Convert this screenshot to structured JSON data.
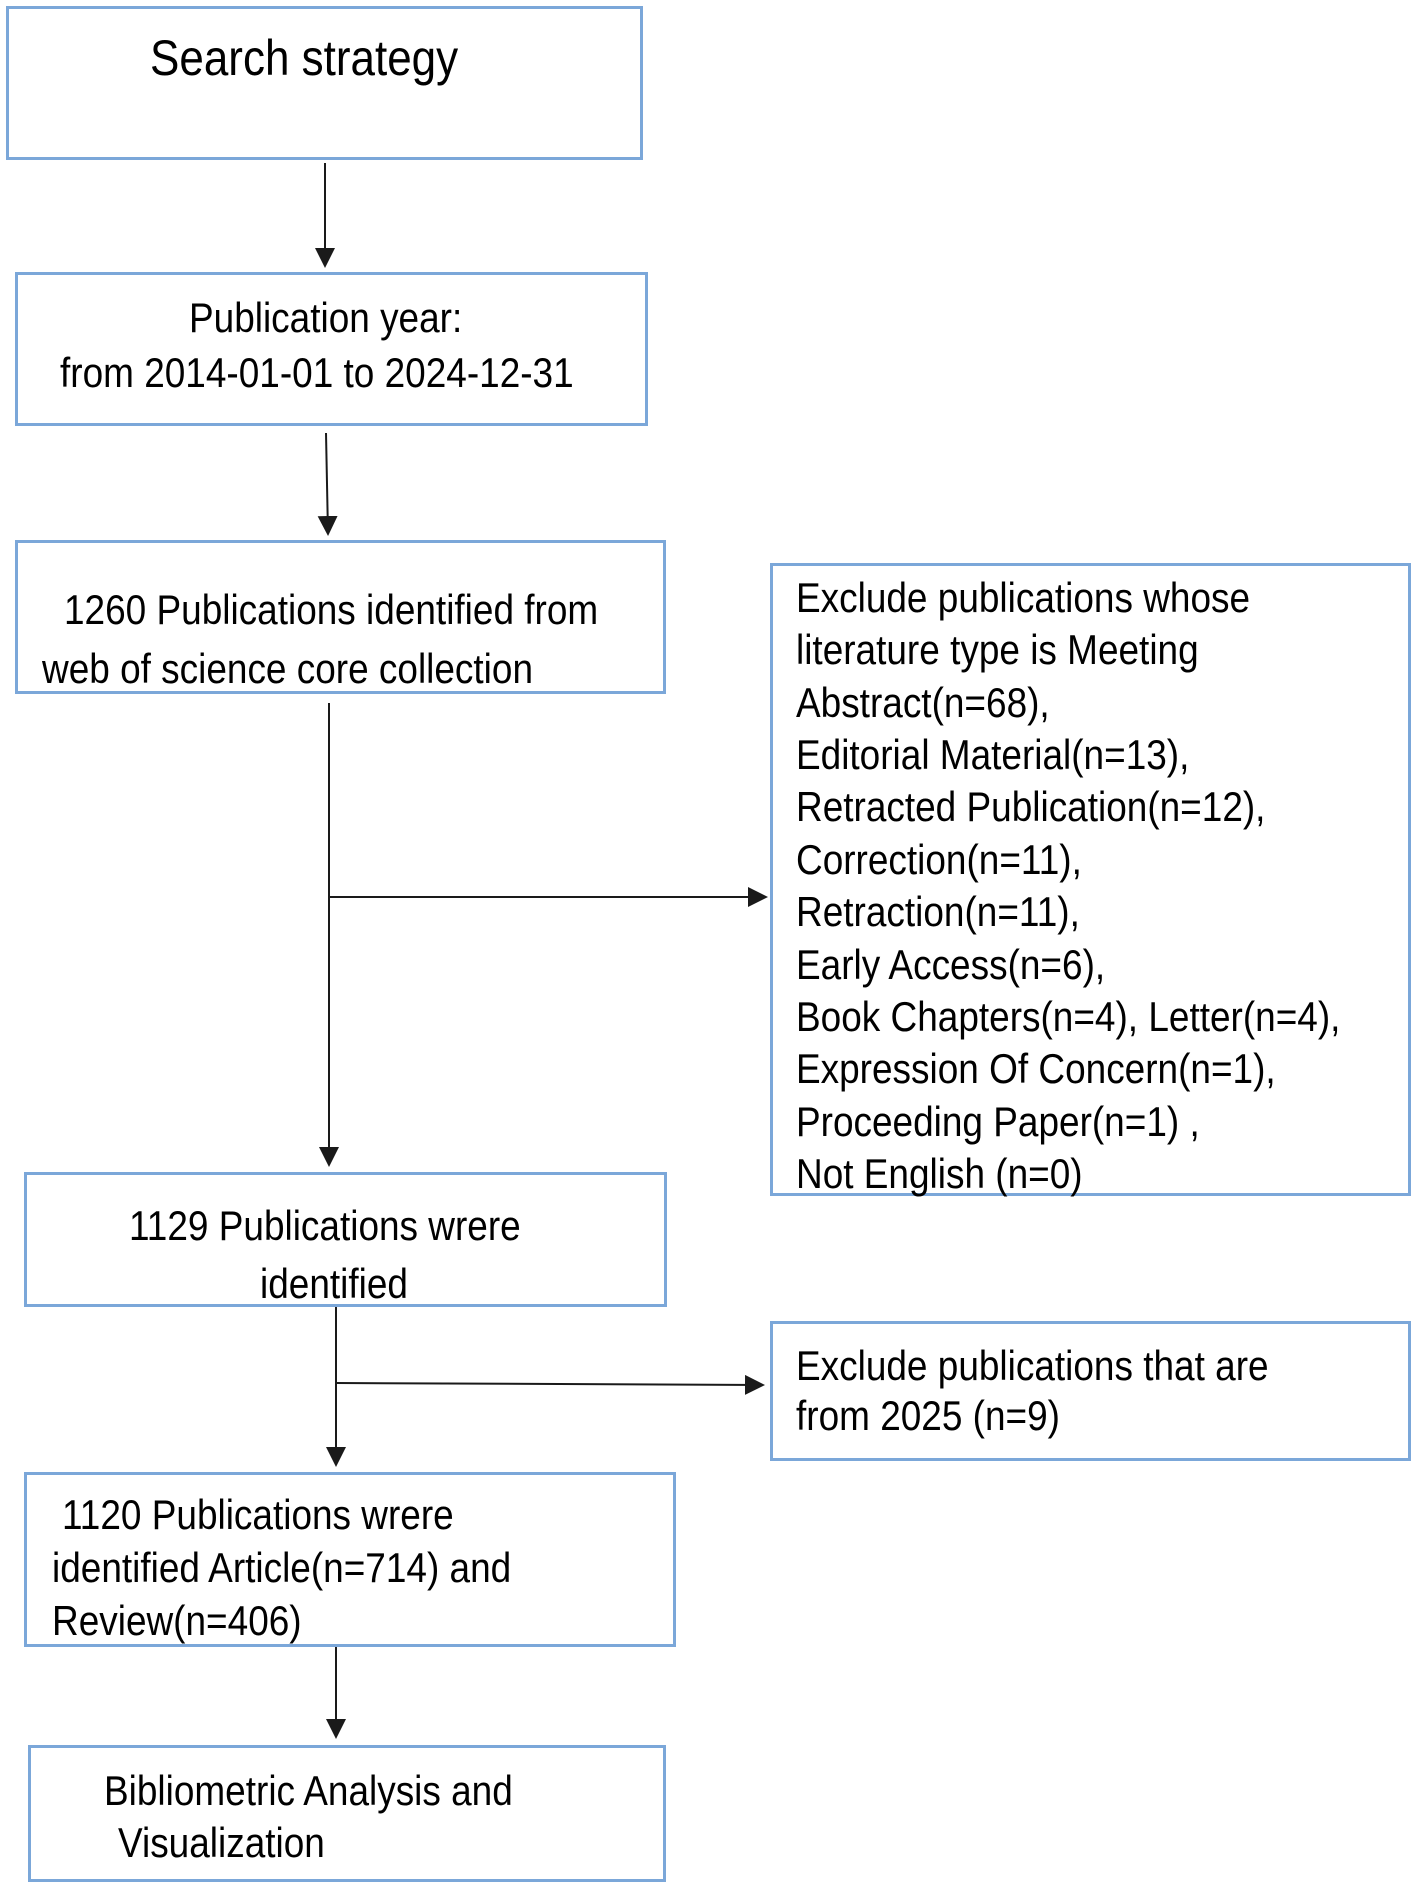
{
  "boxes": {
    "search": {
      "line1": "Search strategy"
    },
    "year": {
      "line1": "Publication year:",
      "line2": "from  2014-01-01 to 2024-12-31"
    },
    "identified": {
      "line1": "1260 Publications identified from",
      "line2": "web of science core collection"
    },
    "exclude_types": {
      "lines": [
        "Exclude publications whose",
        "literature type is Meeting",
        "Abstract(n=68),",
        "Editorial Material(n=13),",
        "Retracted Publication(n=12),",
        "Correction(n=11),",
        "Retraction(n=11),",
        "Early Access(n=6),",
        "Book Chapters(n=4), Letter(n=4),",
        "Expression Of Concern(n=1),",
        "Proceeding Paper(n=1) ,",
        "Not English (n=0)"
      ]
    },
    "pubs1129": {
      "line1": "1129 Publications wrere",
      "line2": "identified"
    },
    "exclude_2025": {
      "line1": "Exclude publications that are",
      "line2": "from 2025 (n=9)"
    },
    "pubs1120": {
      "line1": "1120 Publications wrere",
      "line2": "identified Article(n=714) and",
      "line3": "Review(n=406)"
    },
    "analysis": {
      "line1": "Bibliometric Analysis and",
      "line2": "Visualization"
    }
  },
  "colors": {
    "box_border": "#7ba7d9",
    "arrow": "#1a1a1a"
  }
}
